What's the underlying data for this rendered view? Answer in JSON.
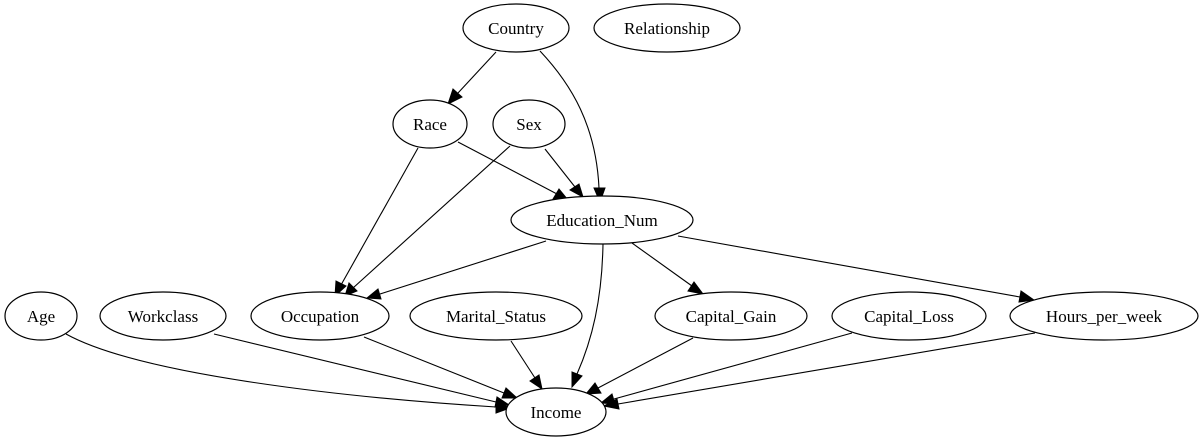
{
  "colors": {
    "stroke": "#000000",
    "fill": "#ffffff",
    "text": "#000000"
  },
  "nodes": {
    "country": "Country",
    "relationship": "Relationship",
    "race": "Race",
    "sex": "Sex",
    "education_num": "Education_Num",
    "age": "Age",
    "workclass": "Workclass",
    "occupation": "Occupation",
    "marital_status": "Marital_Status",
    "capital_gain": "Capital_Gain",
    "capital_loss": "Capital_Loss",
    "hours_per_week": "Hours_per_week",
    "income": "Income"
  },
  "edges": [
    {
      "from": "country",
      "to": "race"
    },
    {
      "from": "country",
      "to": "education_num"
    },
    {
      "from": "race",
      "to": "education_num"
    },
    {
      "from": "race",
      "to": "occupation"
    },
    {
      "from": "sex",
      "to": "education_num"
    },
    {
      "from": "sex",
      "to": "occupation"
    },
    {
      "from": "education_num",
      "to": "occupation"
    },
    {
      "from": "education_num",
      "to": "income"
    },
    {
      "from": "education_num",
      "to": "capital_gain"
    },
    {
      "from": "education_num",
      "to": "hours_per_week"
    },
    {
      "from": "age",
      "to": "income"
    },
    {
      "from": "workclass",
      "to": "income"
    },
    {
      "from": "occupation",
      "to": "income"
    },
    {
      "from": "marital_status",
      "to": "income"
    },
    {
      "from": "capital_gain",
      "to": "income"
    },
    {
      "from": "capital_loss",
      "to": "income"
    },
    {
      "from": "hours_per_week",
      "to": "income"
    }
  ]
}
